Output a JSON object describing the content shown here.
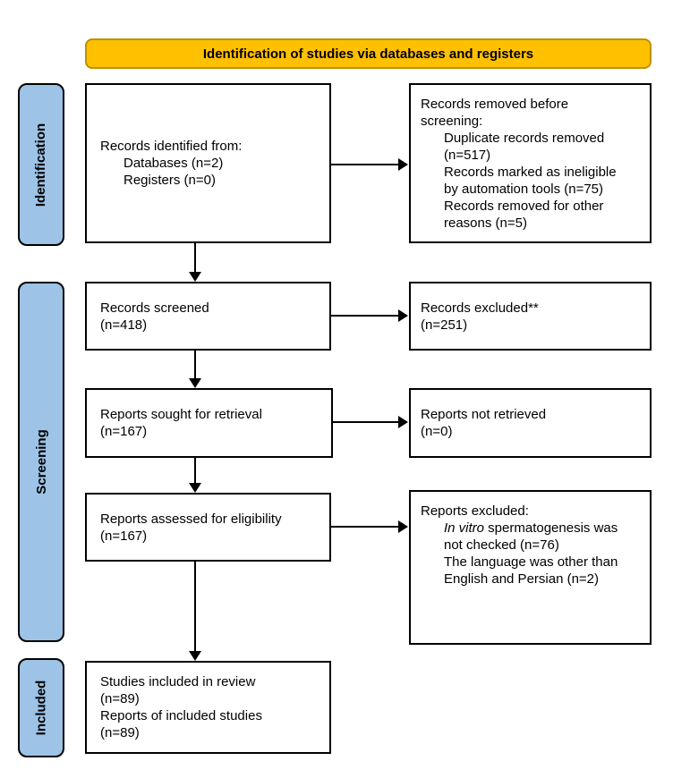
{
  "header": {
    "label": "Identification of studies via databases and registers"
  },
  "colors": {
    "header_fill": "#FFC000",
    "header_border": "#BF9000",
    "stage_fill": "#9DC3E6",
    "box_border": "#000000",
    "arrow": "#000000"
  },
  "stages": [
    {
      "id": "identification",
      "label": "Identification"
    },
    {
      "id": "screening",
      "label": "Screening"
    },
    {
      "id": "included",
      "label": "Included"
    }
  ],
  "boxes": {
    "records_identified": {
      "lines": [
        {
          "t": "Records identified from:"
        },
        {
          "t": "Databases (n=2)",
          "indent": 1
        },
        {
          "t": "Registers (n=0)",
          "indent": 1
        }
      ]
    },
    "records_removed": {
      "lines": [
        {
          "t": "Records removed before"
        },
        {
          "t": "screening:"
        },
        {
          "t": "Duplicate records removed",
          "indent": 1
        },
        {
          "t": "(n=517)",
          "indent": 1
        },
        {
          "t": "Records marked as ineligible",
          "indent": 1
        },
        {
          "t": "by automation tools (n=75)",
          "indent": 1
        },
        {
          "t": "Records removed for other",
          "indent": 1
        },
        {
          "t": "reasons (n=5)",
          "indent": 1
        }
      ]
    },
    "records_screened": {
      "lines": [
        {
          "t": "Records screened"
        },
        {
          "t": "(n=418)"
        }
      ]
    },
    "records_excluded": {
      "lines": [
        {
          "t": "Records excluded**"
        },
        {
          "t": "(n=251)"
        }
      ]
    },
    "reports_sought": {
      "lines": [
        {
          "t": "Reports sought for retrieval"
        },
        {
          "t": "(n=167)"
        }
      ]
    },
    "reports_not_retrieved": {
      "lines": [
        {
          "t": "Reports not retrieved"
        },
        {
          "t": "(n=0)"
        }
      ]
    },
    "reports_assessed": {
      "lines": [
        {
          "t": "Reports assessed for eligibility"
        },
        {
          "t": "(n=167)"
        }
      ]
    },
    "reports_excluded": {
      "lines": [
        {
          "t": "Reports excluded:"
        },
        {
          "segments": [
            {
              "t": "In vitro",
              "italic": true
            },
            {
              "t": " spermatogenesis was",
              "italic": false
            }
          ],
          "indent": 1
        },
        {
          "t": "not checked (n=76)",
          "indent": 1
        },
        {
          "t": "The language was other than",
          "indent": 1
        },
        {
          "t": "English and Persian (n=2)",
          "indent": 1
        }
      ]
    },
    "studies_included": {
      "lines": [
        {
          "t": "Studies included in review"
        },
        {
          "t": "(n=89)"
        },
        {
          "t": "Reports of included studies"
        },
        {
          "t": "(n=89)"
        }
      ]
    }
  }
}
